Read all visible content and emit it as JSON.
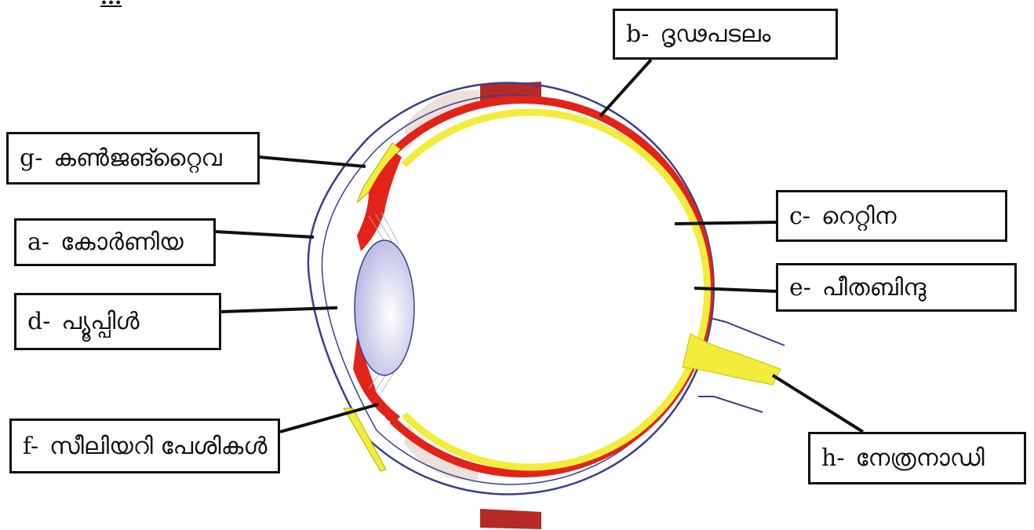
{
  "header_fragment": "...",
  "labels": {
    "b": {
      "key": "b-",
      "text": "ദൃഢപടലം"
    },
    "g": {
      "key": "g-",
      "text": "കൺജങ്റ്റൈവ"
    },
    "c": {
      "key": "c-",
      "text": "റെറ്റിന"
    },
    "a": {
      "key": "a-",
      "text": "കോർണിയ"
    },
    "e": {
      "key": "e-",
      "text": "പീതബിന്ദു"
    },
    "d": {
      "key": "d-",
      "text": "പ്യൂപ്പിൾ"
    },
    "f": {
      "key": "f-",
      "text": "സീലിയറി പേശികൾ"
    },
    "h": {
      "key": "h-",
      "text": "നേത്രനാഡി"
    }
  },
  "colors": {
    "retina": "#f2ec3a",
    "choroid": "#e2231a",
    "sclera_outline": "#3a3f8a",
    "eyelid": "#b52a25",
    "lens": "#c9c9ea"
  }
}
